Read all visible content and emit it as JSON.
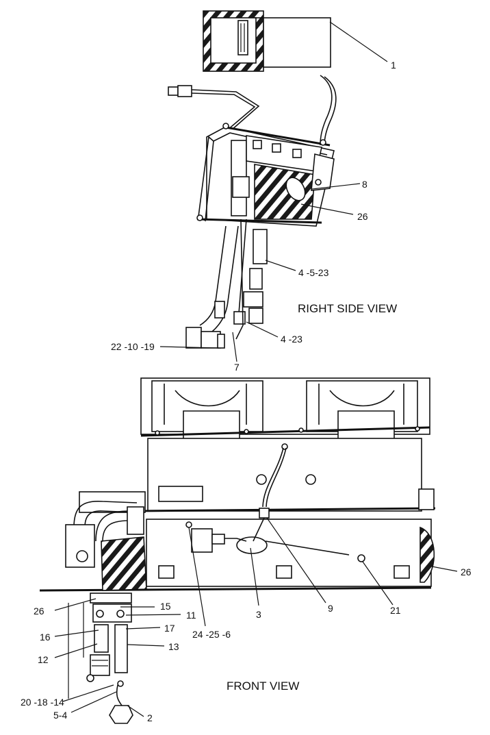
{
  "views": {
    "right_side": "RIGHT SIDE VIEW",
    "front": "FRONT VIEW"
  },
  "callouts": {
    "c1": "1",
    "c8": "8",
    "c26a": "26",
    "c4_5_23": "4 -5-23",
    "c22_10_19": "22 -10 -19",
    "c4_23": "4 -23",
    "c7": "7",
    "c26b": "26",
    "c26c": "26",
    "c15": "15",
    "c11": "11",
    "c16": "16",
    "c17": "17",
    "c12": "12",
    "c13": "13",
    "c24_25_6": "24 -25 -6",
    "c3": "3",
    "c9": "9",
    "c21": "21",
    "c20_18_14": "20 -18 -14",
    "c5_4": "5-4",
    "c2": "2"
  }
}
